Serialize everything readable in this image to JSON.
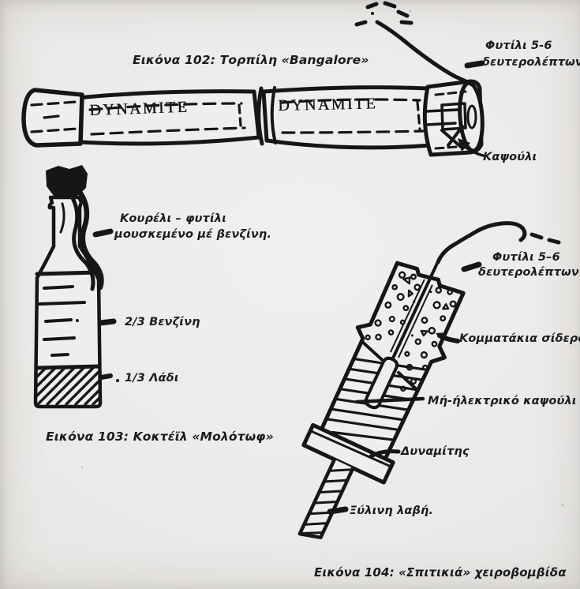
{
  "page": {
    "background": "#ebe9e7",
    "ink": "#161616"
  },
  "figures": {
    "fig102": {
      "caption": "Εικόνα 102: Τορπίλη «Bangalore»",
      "tube_label_1": "DYNAMITE",
      "tube_label_2": "DYNAMITE",
      "fuse_label_line1": "Φυτίλι 5-6",
      "fuse_label_line2": "δευτερολέπτων.",
      "cap_label": "Καψούλι"
    },
    "fig103": {
      "caption": "Εικόνα 103: Κοκτέϊλ «Μολότωφ»",
      "rag_label_line1": "Κουρέλι – φυτίλι",
      "rag_label_line2": "μουσκεμένο μέ βενζίνη.",
      "top_section_label": "2/3 Βενζίνη",
      "bottom_section_label": "1/3 Λάδι"
    },
    "fig104": {
      "caption": "Εικόνα 104: «Σπιτικιά» χειροβομβίδα",
      "fuse_label_line1": "Φυτίλι 5–6",
      "fuse_label_line2": "δευτερολέπτων.",
      "filler_label": "Κομματάκια σίδερο",
      "detonator_label": "Μή-ήλεκτρικό καψούλι",
      "charge_label": "Δυναμίτης",
      "handle_label": "Ξύλινη λαβή."
    }
  }
}
